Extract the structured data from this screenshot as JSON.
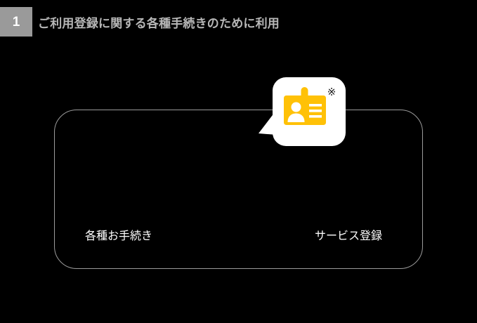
{
  "meta": {
    "background_color": "#000000",
    "accent_color": "#FFC107",
    "outline_color": "#9b9b9b",
    "badge_color": "#9a9a9a",
    "title_color": "#b7b7b7",
    "label_color": "#ffffff"
  },
  "header": {
    "step_number": "1",
    "title": "ご利用登録に関する各種手続きのために利用"
  },
  "flow": {
    "labels": [
      {
        "id": "procedures",
        "text": "各種お手続き"
      },
      {
        "id": "service-registration",
        "text": "サービス登録"
      }
    ]
  },
  "callout": {
    "icon_name": "id-card-icon",
    "note_mark": "※",
    "tail_direction": "left"
  }
}
